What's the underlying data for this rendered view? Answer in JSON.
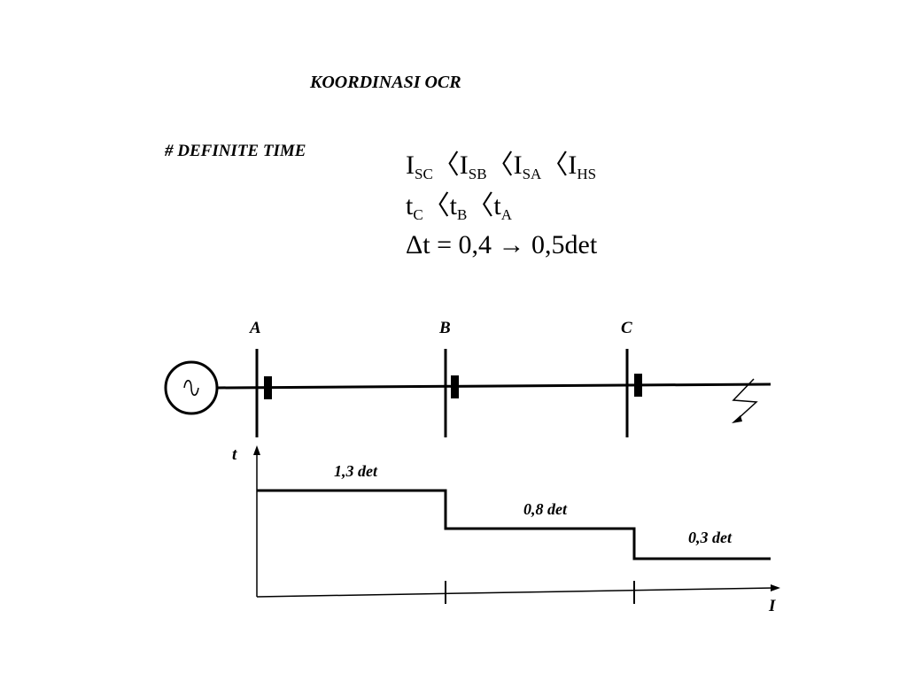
{
  "title": "KOORDINASI  OCR",
  "subtitle": "#  DEFINITE  TIME",
  "equations": {
    "eq1": [
      {
        "t": "I"
      },
      {
        "s": "SC"
      },
      {
        "t": "〈I"
      },
      {
        "s": "SB"
      },
      {
        "t": "〈I"
      },
      {
        "s": "SA"
      },
      {
        "t": "〈I"
      },
      {
        "s": "HS"
      }
    ],
    "eq2": [
      {
        "t": "t"
      },
      {
        "s": "C"
      },
      {
        "t": "〈t"
      },
      {
        "s": "B"
      },
      {
        "t": "〈t"
      },
      {
        "s": "A"
      }
    ],
    "eq3": [
      {
        "t": "Δt = 0,4 → 0,5det"
      }
    ]
  },
  "buses": {
    "a": "A",
    "b": "B",
    "c": "C"
  },
  "axes": {
    "y": "t",
    "x": "I"
  },
  "time_settings": [
    "1,3 det",
    "0,8 det",
    "0,3 det"
  ],
  "icons": {
    "source": "ac-source-icon",
    "breaker": "circuit-breaker-icon",
    "fault": "fault-lightning-icon"
  }
}
